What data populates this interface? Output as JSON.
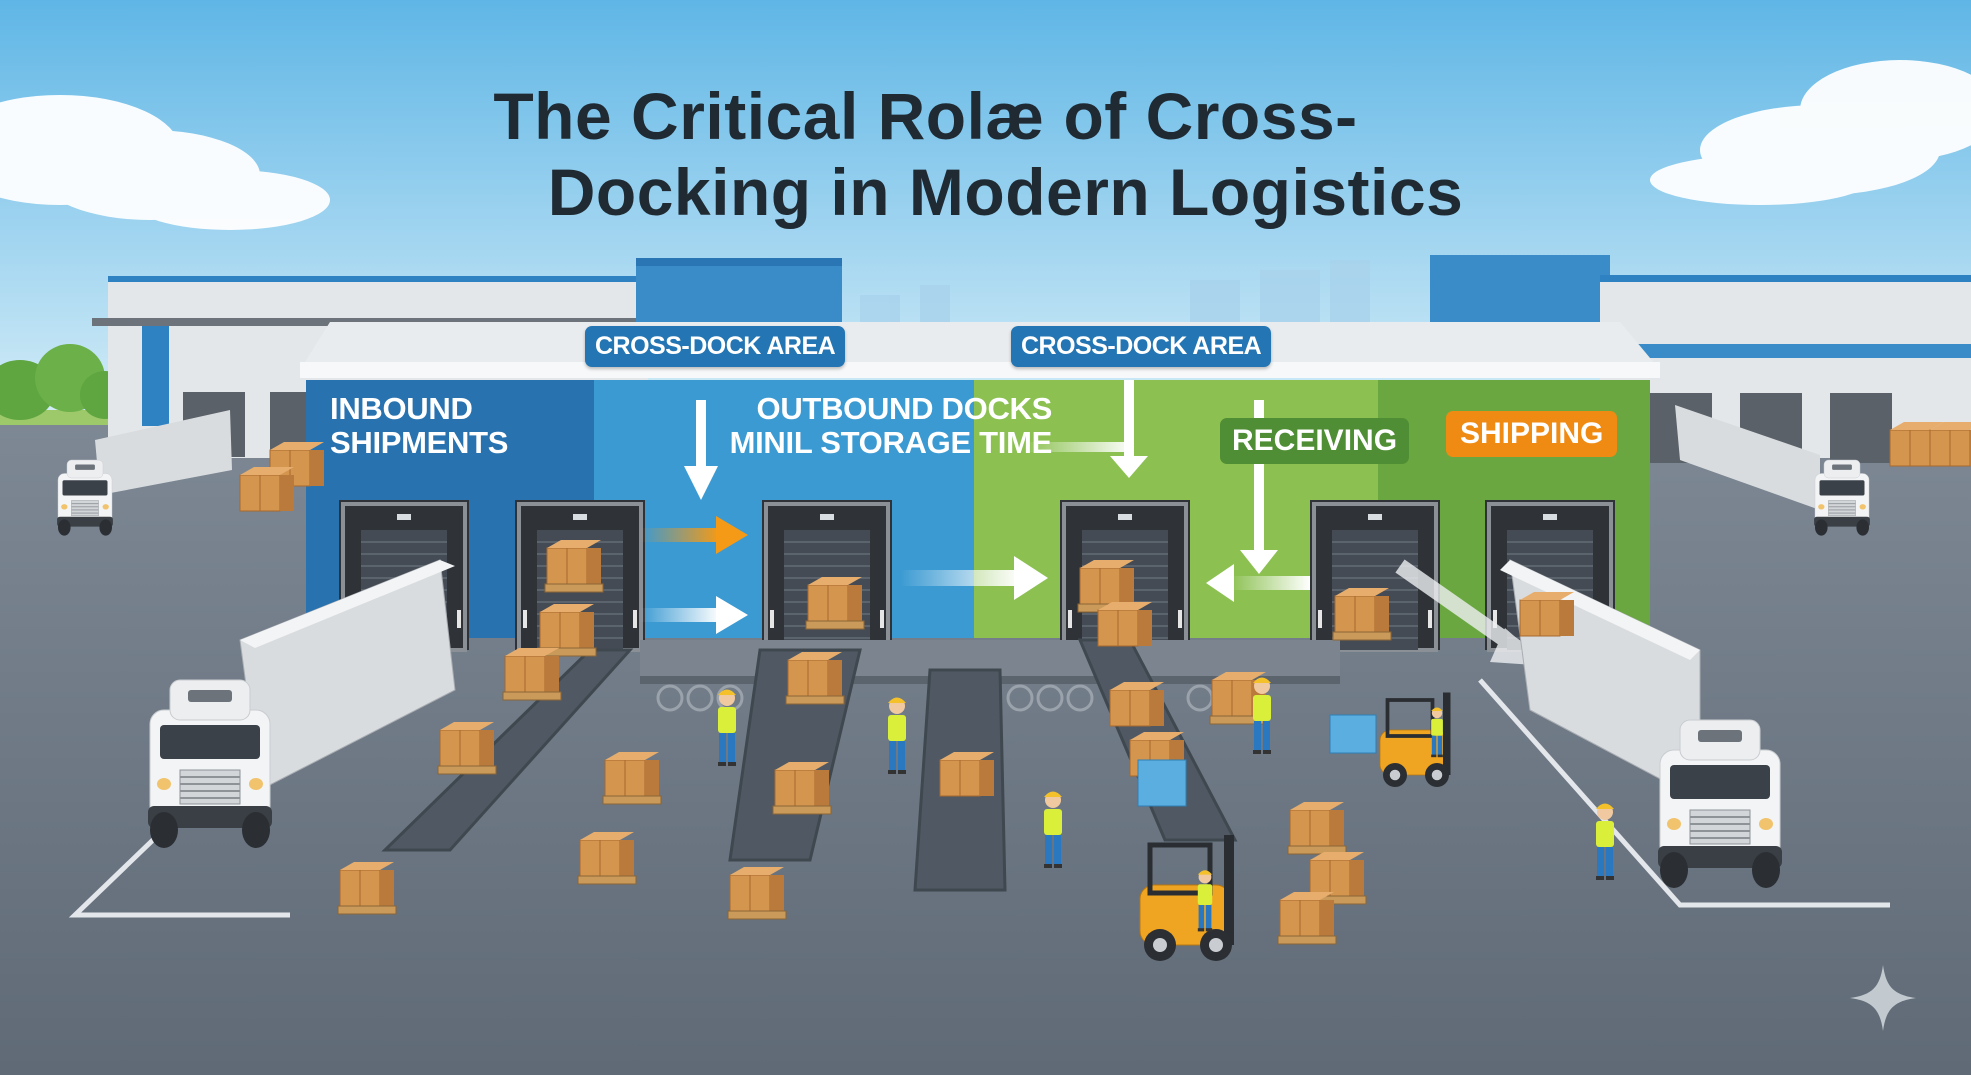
{
  "title": {
    "line1": "The Critical Rolæ of Cross-",
    "line2": "Docking in Modern Logistics"
  },
  "zones": {
    "inbound": {
      "line1": "INBOUND",
      "line2": "SHIPMENTS",
      "color": "#2872b0"
    },
    "outbound": {
      "line1": "OUTBOUND DOCKS",
      "line2": "MINIL STORAGE TIME",
      "color": "#3b9ad2"
    },
    "receiving_zone_color": "#8cc152",
    "shipping_zone_color": "#6aa741"
  },
  "tags": {
    "cross_dock_1": "CROSS-DOCK AREA",
    "cross_dock_2": "CROSS-DOCK AREA",
    "receiving": "RECEIVING",
    "shipping": "SHIPPING"
  },
  "colors": {
    "sky_top": "#5fb6e6",
    "sky_bottom": "#d7eef8",
    "floor": "#69737f",
    "tag_blue": "#2376b3",
    "tag_green": "#4f8e34",
    "tag_orange": "#ef8a12",
    "arrow_orange": "#f59a16",
    "box": "#d4954f",
    "forklift": "#f0a522",
    "vest": "#d9ef3a"
  },
  "icons": {
    "corner": "sparkle-star-icon"
  }
}
